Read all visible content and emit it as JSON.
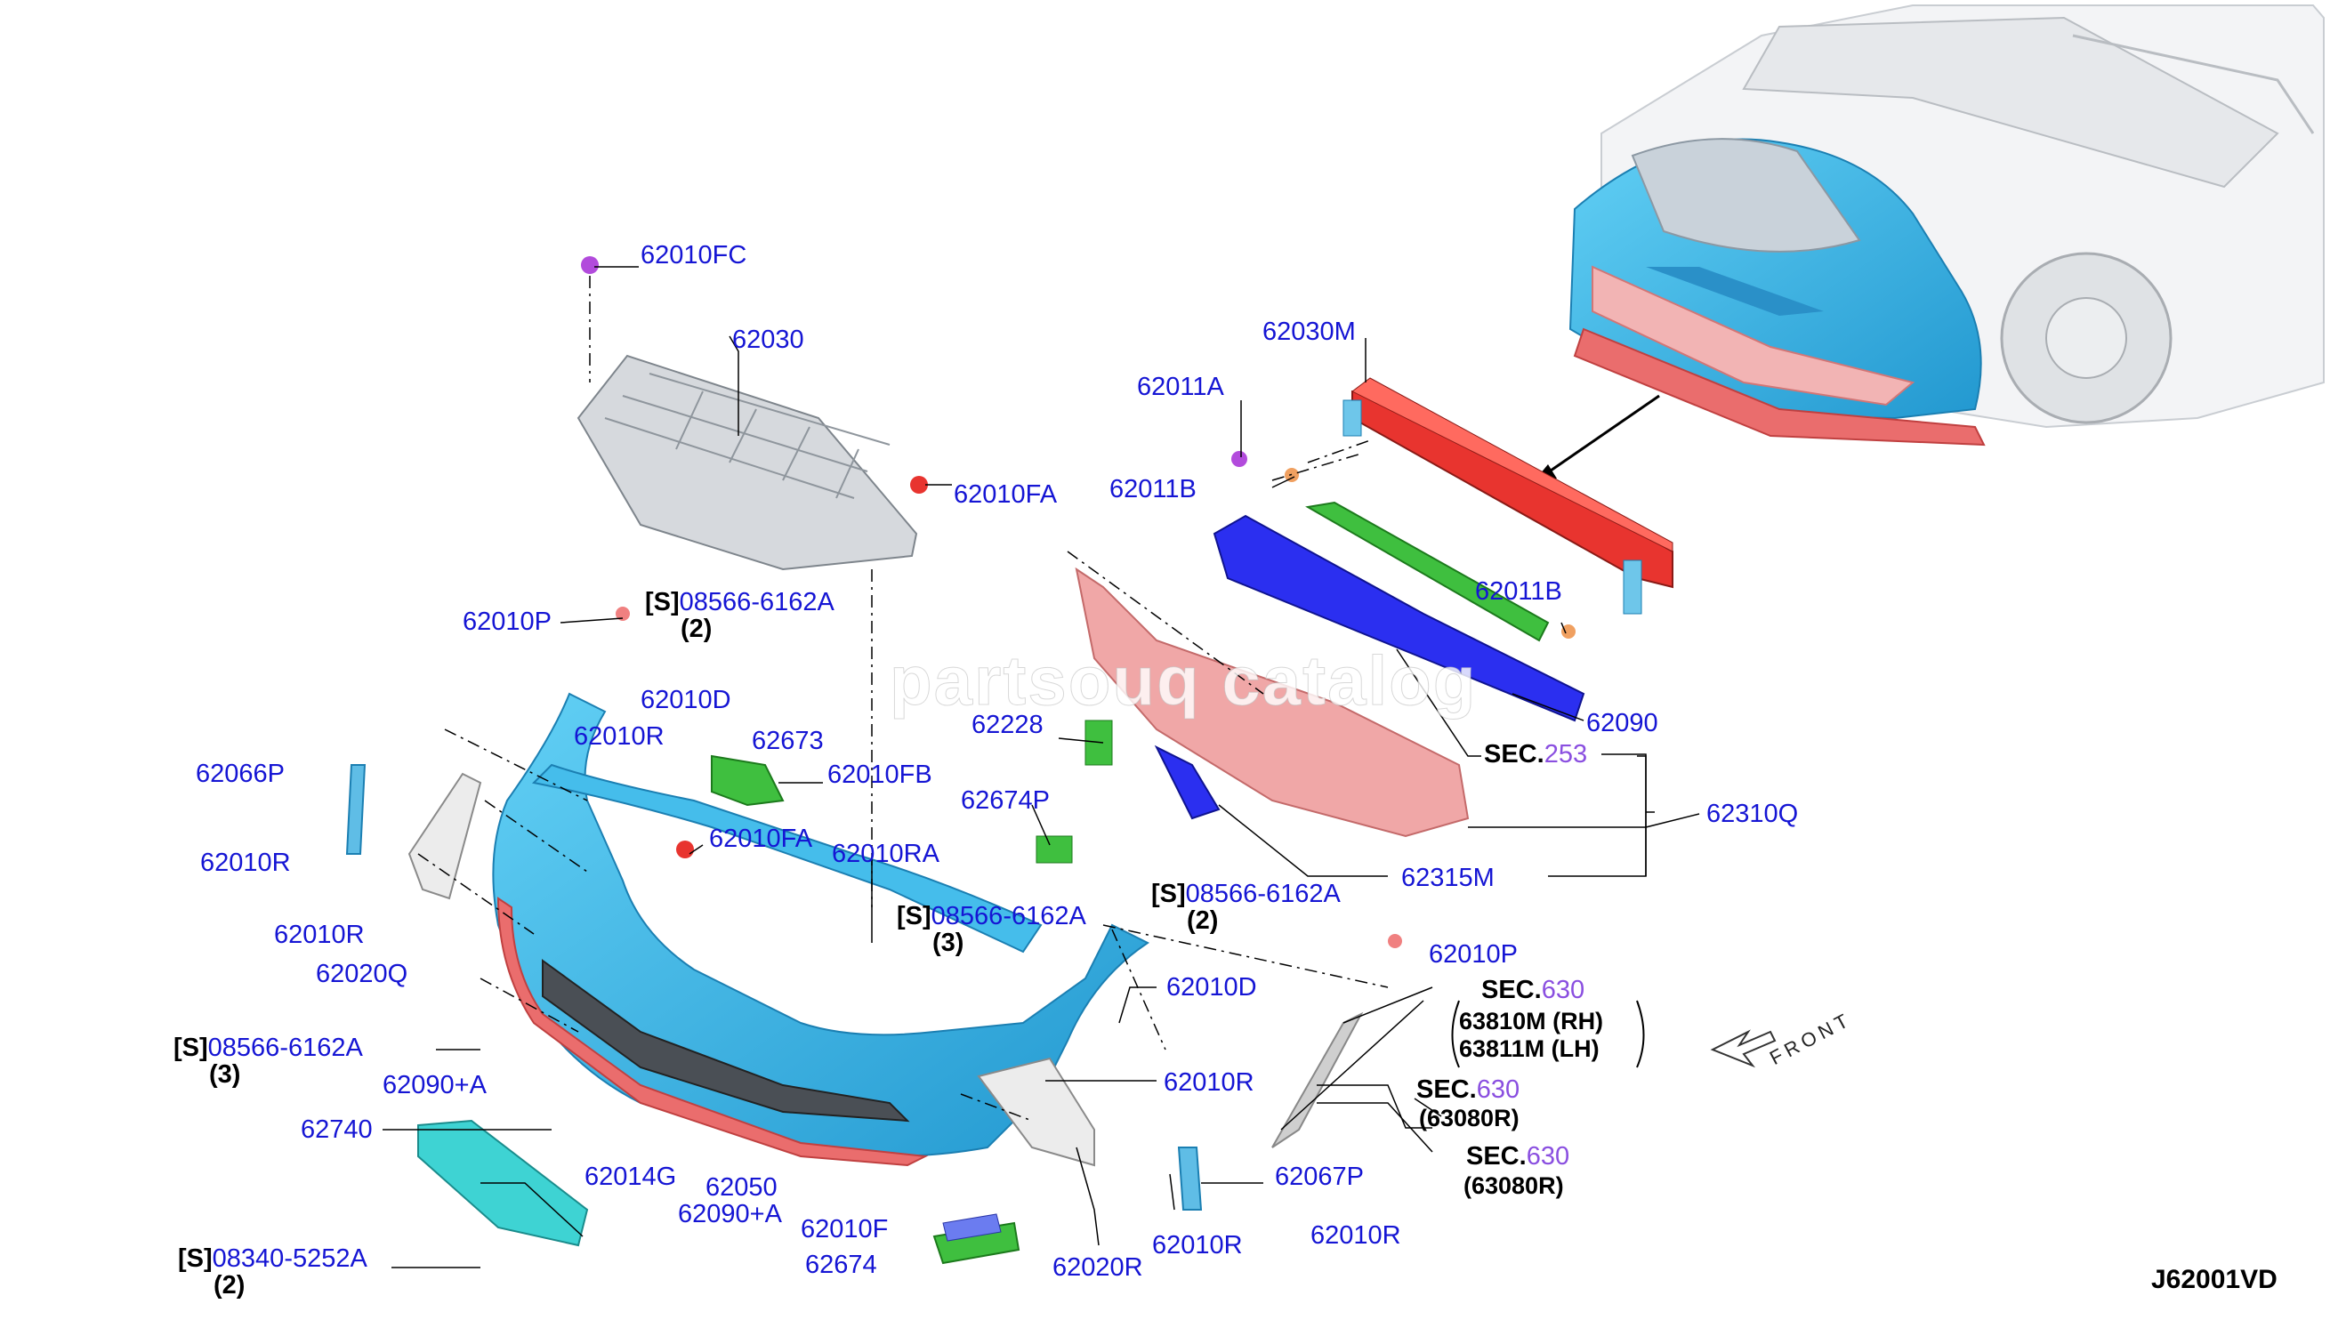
{
  "diagram_code": "J62001VD",
  "front_label": "FRONT",
  "watermark": "partsouq catalog",
  "parts": [
    {
      "id": "p1",
      "number": "62010FC"
    },
    {
      "id": "p2",
      "number": "62030"
    },
    {
      "id": "p3",
      "number": "62010FA"
    },
    {
      "id": "p4",
      "number": "62010P"
    },
    {
      "id": "p5",
      "number": "08566-6162A",
      "prefix": "[S]",
      "qty": "(2)"
    },
    {
      "id": "p6",
      "number": "62010D"
    },
    {
      "id": "p7",
      "number": "62010R"
    },
    {
      "id": "p8",
      "number": "62673"
    },
    {
      "id": "p9",
      "number": "62066P"
    },
    {
      "id": "p10",
      "number": "62010FB"
    },
    {
      "id": "p11",
      "number": "62010R"
    },
    {
      "id": "p12",
      "number": "62010FA"
    },
    {
      "id": "p13",
      "number": "62010RA"
    },
    {
      "id": "p14",
      "number": "62010R"
    },
    {
      "id": "p15",
      "number": "62020Q"
    },
    {
      "id": "p16",
      "number": "08566-6162A",
      "prefix": "[S]",
      "qty": "(3)"
    },
    {
      "id": "p17",
      "number": "08566-6162A",
      "prefix": "[S]",
      "qty": "(3)"
    },
    {
      "id": "p18",
      "number": "62090+A"
    },
    {
      "id": "p19",
      "number": "62740"
    },
    {
      "id": "p20",
      "number": "62014G"
    },
    {
      "id": "p21",
      "number": "62050"
    },
    {
      "id": "p22",
      "number": "62090+A"
    },
    {
      "id": "p23",
      "number": "62010F"
    },
    {
      "id": "p24",
      "number": "08340-5252A",
      "prefix": "[S]",
      "qty": "(2)"
    },
    {
      "id": "p25",
      "number": "62674"
    },
    {
      "id": "p26",
      "number": "62020R"
    },
    {
      "id": "p27",
      "number": "62010R"
    },
    {
      "id": "p28",
      "number": "62010R"
    },
    {
      "id": "p29",
      "number": "62067P"
    },
    {
      "id": "p30",
      "number": "62010R"
    },
    {
      "id": "p31",
      "number": "62010D"
    },
    {
      "id": "p32",
      "number": "62010P"
    },
    {
      "id": "p33",
      "number": "62674P"
    },
    {
      "id": "p34",
      "number": "08566-6162A",
      "prefix": "[S]",
      "qty": "(2)"
    },
    {
      "id": "p35",
      "number": "62228"
    },
    {
      "id": "p36",
      "number": "62315M"
    },
    {
      "id": "p37",
      "number": "62310Q"
    },
    {
      "id": "p38",
      "number": "62090"
    },
    {
      "id": "p39",
      "number": "62011B"
    },
    {
      "id": "p40",
      "number": "62011B"
    },
    {
      "id": "p41",
      "number": "62011A"
    },
    {
      "id": "p42",
      "number": "62030M"
    }
  ],
  "sections": [
    {
      "id": "s1",
      "prefix": "SEC.",
      "number": "253"
    },
    {
      "id": "s2",
      "prefix": "SEC.",
      "number": "630",
      "sub1": "63810M (RH)",
      "sub2": "63811M (LH)"
    },
    {
      "id": "s3",
      "prefix": "SEC.",
      "number": "630",
      "sub1": "(63080R)"
    },
    {
      "id": "s4",
      "prefix": "SEC.",
      "number": "630",
      "sub1": "(63080R)"
    }
  ],
  "colors": {
    "part_number": "#1515d4",
    "section_number": "#8a4fe0",
    "bumper_fascia": "#35b8e8",
    "reinforcement": "#e8342f",
    "energy_absorber": "#2b2ff0",
    "bracket_green": "#3fbf3f",
    "grille": "#f0a7a7",
    "lip_spoiler": "#ea6d6d",
    "grille_frame": "#d4d8dc"
  }
}
